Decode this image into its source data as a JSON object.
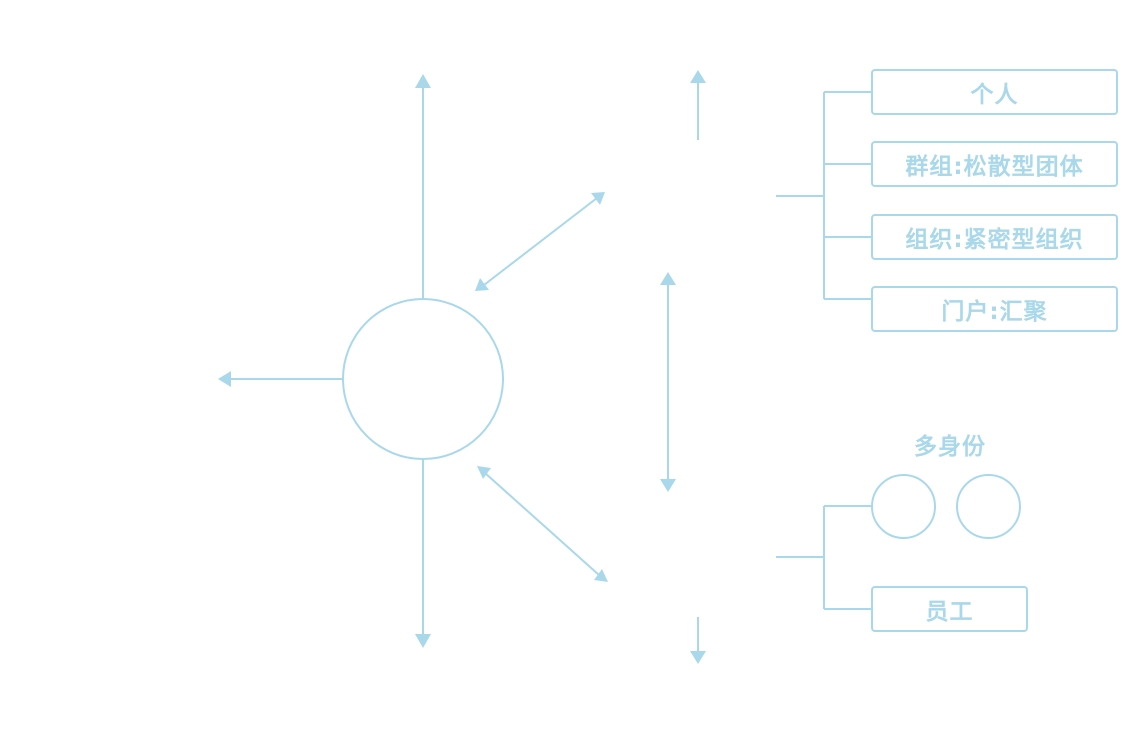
{
  "colors": {
    "stroke": "#a9d8ea",
    "background": "#ffffff"
  },
  "upper_group": {
    "items": [
      {
        "label": "个人"
      },
      {
        "label": "群组:松散型团体"
      },
      {
        "label": "组织:紧密型组织"
      },
      {
        "label": "门户:汇聚"
      }
    ]
  },
  "lower_group": {
    "caption": "多身份",
    "identity_icons": [
      "circle-icon",
      "circle-icon"
    ],
    "employee_label": "员工"
  },
  "arrows": [
    {
      "name": "arrow-up-from-hub",
      "direction": "up"
    },
    {
      "name": "arrow-down-from-hub",
      "direction": "down"
    },
    {
      "name": "arrow-left-from-hub",
      "direction": "left"
    },
    {
      "name": "arrow-hub-upper-right",
      "direction": "bidirectional"
    },
    {
      "name": "arrow-hub-lower-right",
      "direction": "bidirectional"
    },
    {
      "name": "arrow-middle-vertical",
      "direction": "bidirectional"
    },
    {
      "name": "arrow-top-right-up",
      "direction": "up"
    },
    {
      "name": "arrow-bottom-right-down",
      "direction": "down"
    }
  ]
}
